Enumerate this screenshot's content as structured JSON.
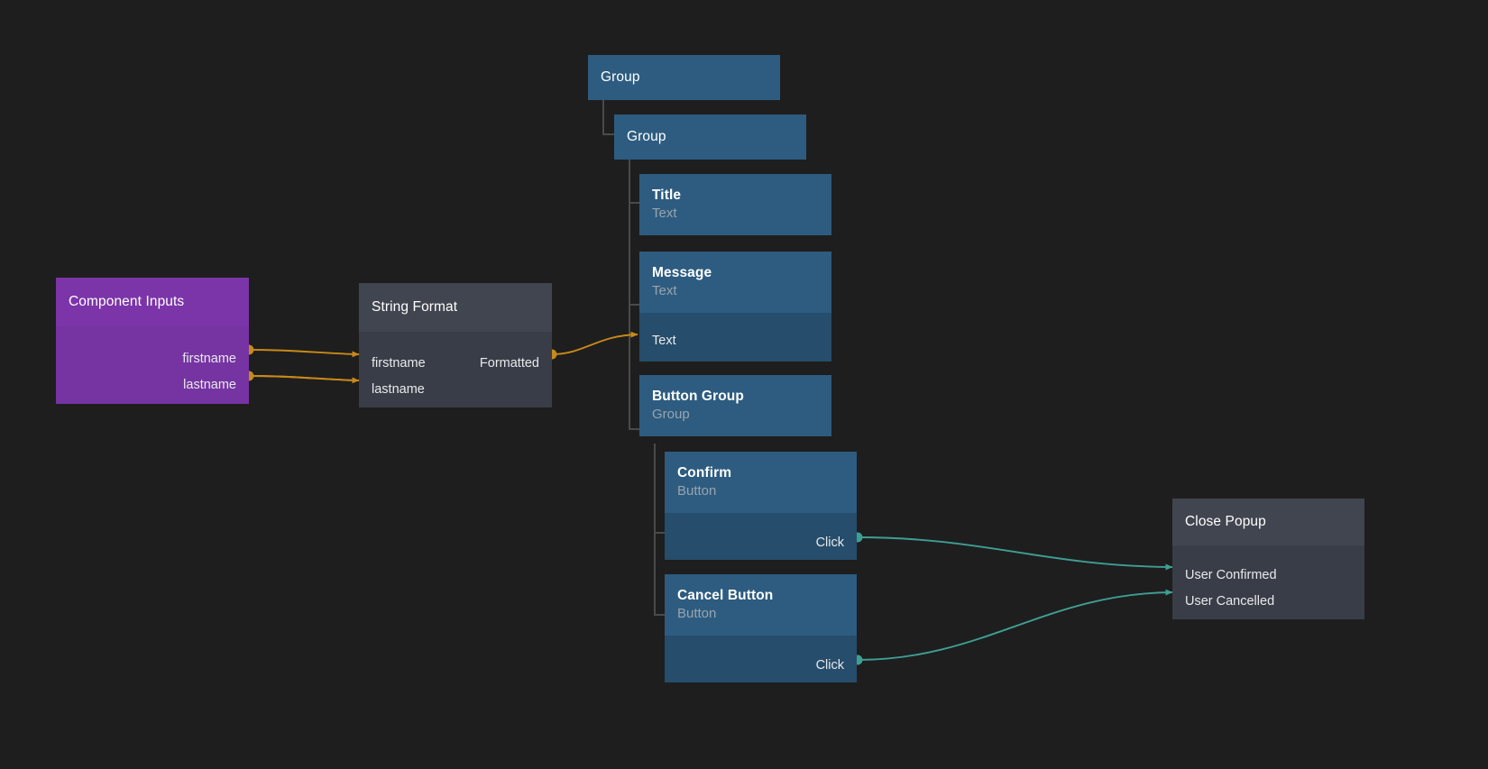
{
  "canvas": {
    "background": "#1e1e1e",
    "wire_colors": {
      "data": "#c8891a",
      "event": "#3f9e93"
    },
    "node_colors": {
      "purple_header": "#7b35a8",
      "purple_body": "#7634a3",
      "slate_header": "#41454f",
      "slate_body": "#393d47",
      "blue_header": "#2d5c80",
      "blue_body": "#264d6b",
      "tree_line": "#4a4a4a"
    }
  },
  "nodes": {
    "component_inputs": {
      "title": "Component Inputs",
      "outputs": [
        {
          "label": "firstname"
        },
        {
          "label": "lastname"
        }
      ]
    },
    "string_format": {
      "title": "String Format",
      "inputs": [
        {
          "label": "firstname"
        },
        {
          "label": "lastname"
        }
      ],
      "outputs": [
        {
          "label": "Formatted"
        }
      ]
    },
    "group_root": {
      "title": "Group"
    },
    "group_child": {
      "title": "Group"
    },
    "title_node": {
      "title": "Title",
      "subtitle": "Text"
    },
    "message_node": {
      "title": "Message",
      "subtitle": "Text",
      "inputs": [
        {
          "label": "Text"
        }
      ]
    },
    "button_group": {
      "title": "Button Group",
      "subtitle": "Group"
    },
    "confirm_button": {
      "title": "Confirm",
      "subtitle": "Button",
      "outputs": [
        {
          "label": "Click"
        }
      ]
    },
    "cancel_button": {
      "title": "Cancel Button",
      "subtitle": "Button",
      "outputs": [
        {
          "label": "Click"
        }
      ]
    },
    "close_popup": {
      "title": "Close Popup",
      "inputs": [
        {
          "label": "User Confirmed"
        },
        {
          "label": "User Cancelled"
        }
      ]
    }
  }
}
